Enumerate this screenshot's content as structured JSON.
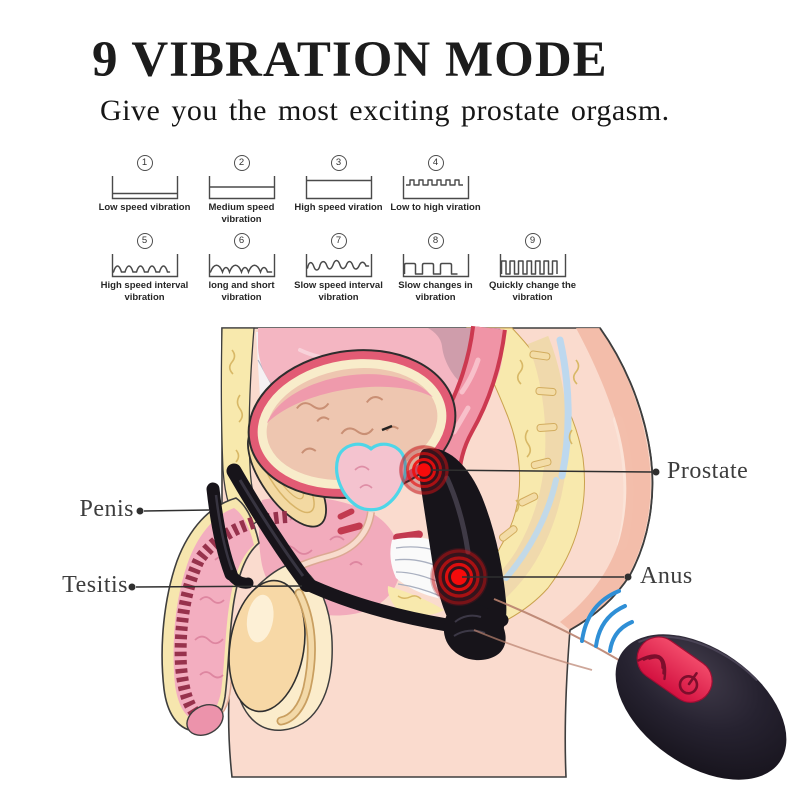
{
  "header": {
    "title": "9 VIBRATION MODE",
    "subtitle": "Give you the most exciting prostate orgasm."
  },
  "modes": [
    {
      "number": "1",
      "label": "Low speed vibration",
      "waveform": "low-level"
    },
    {
      "number": "2",
      "label": "Medium speed vibration",
      "waveform": "medium-level"
    },
    {
      "number": "3",
      "label": "High speed viration",
      "waveform": "high-level"
    },
    {
      "number": "4",
      "label": "Low to high  viration",
      "waveform": "rising-ripple"
    },
    {
      "number": "5",
      "label": "High speed interval vibration",
      "waveform": "interval-bumps"
    },
    {
      "number": "6",
      "label": "long and short vibration",
      "waveform": "long-short-waves"
    },
    {
      "number": "7",
      "label": "Slow speed interval vibration",
      "waveform": "slow-interval-waves"
    },
    {
      "number": "8",
      "label": "Slow changes in vibration",
      "waveform": "slow-square-wave"
    },
    {
      "number": "9",
      "label": "Quickly change the vibration",
      "waveform": "fast-square-wave"
    }
  ],
  "diagram": {
    "labels": [
      {
        "text": "Penis"
      },
      {
        "text": "Tesitis"
      },
      {
        "text": "Prostate"
      },
      {
        "text": "Anus"
      }
    ],
    "vibration_points": [
      "prostate",
      "anus"
    ]
  },
  "remote": {
    "buttons": [
      {
        "icon": "vibration-wave-icon"
      },
      {
        "icon": "power-icon"
      }
    ],
    "signal_icon": "wireless-signal-icon"
  },
  "colors": {
    "target_red": "#f60b0b",
    "button_red": "#e01343",
    "signal_blue": "#2f8fd6",
    "device_black": "#17141a",
    "skin": "#fadbce",
    "fat_yellow": "#f8e9ad",
    "tissue_pink": "#f2abbc",
    "bone_cream": "#f3d9a2",
    "prostate_outline_cyan": "#4ed6e8",
    "title_color": "#1c1c1c"
  }
}
